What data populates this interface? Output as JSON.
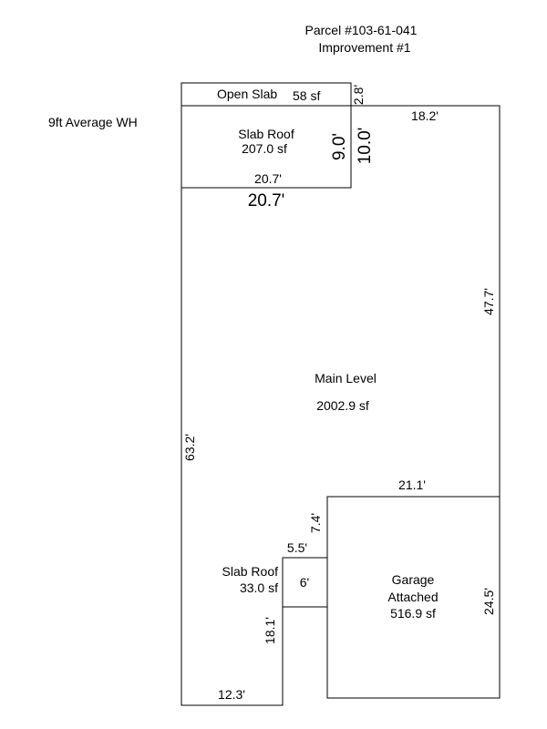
{
  "header": {
    "parcel": "Parcel #103-61-041",
    "improvement": "Improvement #1"
  },
  "note": "9ft Average WH",
  "open_slab": {
    "label": "Open Slab",
    "area": "58 sf",
    "depth": "2.8'"
  },
  "slab_roof": {
    "label": "Slab Roof",
    "area": "207.0 sf",
    "width": "20.7'",
    "height_a": "10.0'",
    "height_b": "9.0'",
    "outer_width": "20.7'"
  },
  "main_level": {
    "label": "Main Level",
    "area": "2002.9 sf",
    "top": "18.2'",
    "right": "47.7'",
    "left": "63.2'",
    "bottom": "12.3'",
    "inner_left": "18.1'"
  },
  "garage": {
    "label_1": "Garage",
    "label_2": "Attached",
    "area": "516.9 sf",
    "top": "21.1'",
    "right": "24.5'"
  },
  "small_slab_roof": {
    "label": "Slab Roof",
    "area": "33.0 sf",
    "top": "5.5'",
    "side_a": "7.4'",
    "side_b": "6'"
  }
}
